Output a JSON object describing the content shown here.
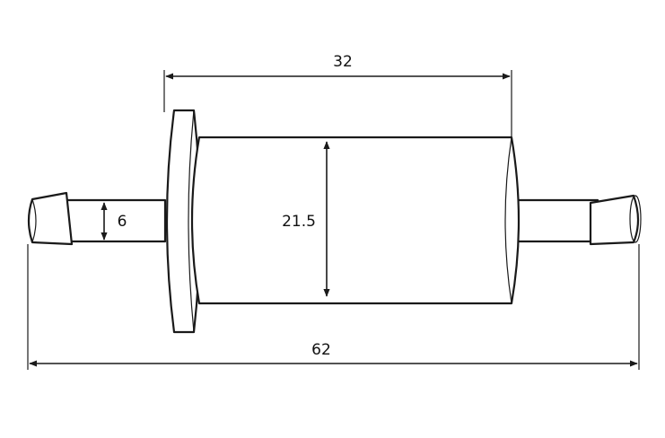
{
  "diagram": {
    "dimensions": {
      "body_length": "32",
      "body_diameter": "21.5",
      "nozzle_diameter": "6",
      "overall_length": "62"
    },
    "colors": {
      "line": "#1a1a1a",
      "background": "#ffffff"
    }
  }
}
